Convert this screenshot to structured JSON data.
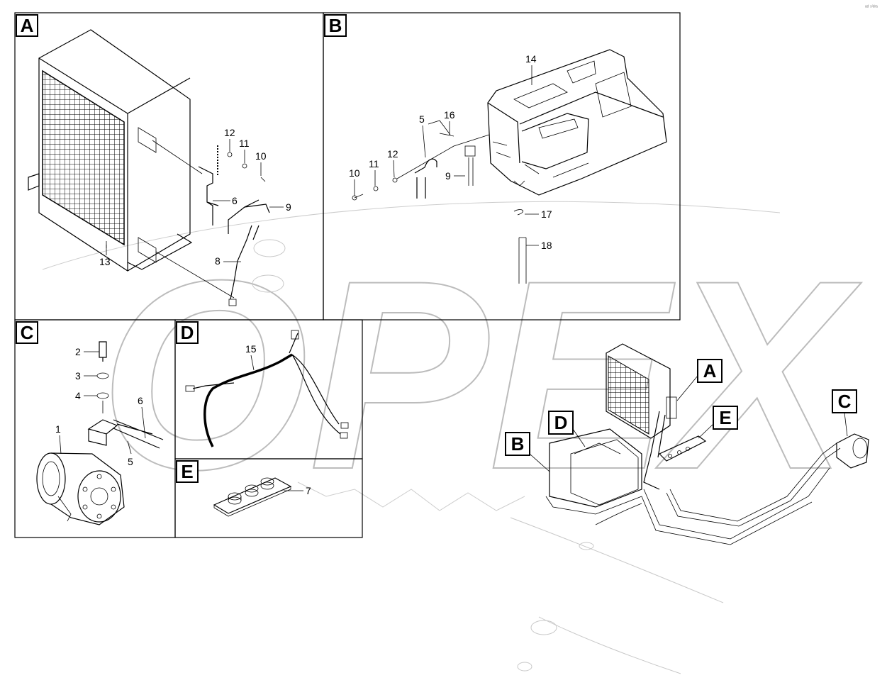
{
  "watermark": "OPEX",
  "corner_mark": "ᵃᵈ ˢⁱᵈʳᵃ",
  "panels": [
    {
      "label": "A",
      "callouts": [
        "13",
        "12",
        "11",
        "10",
        "6",
        "9",
        "8"
      ]
    },
    {
      "label": "B",
      "callouts": [
        "14",
        "16",
        "5",
        "12",
        "11",
        "10",
        "9",
        "17",
        "18"
      ]
    },
    {
      "label": "C",
      "callouts": [
        "1",
        "2",
        "3",
        "4",
        "6",
        "5"
      ]
    },
    {
      "label": "D",
      "callouts": [
        "15"
      ]
    },
    {
      "label": "E",
      "callouts": [
        "7"
      ]
    }
  ],
  "overview_labels": [
    "A",
    "B",
    "C",
    "D",
    "E"
  ],
  "colors": {
    "line": "#000000",
    "ghost": "#c8c8c8",
    "background": "#ffffff"
  }
}
